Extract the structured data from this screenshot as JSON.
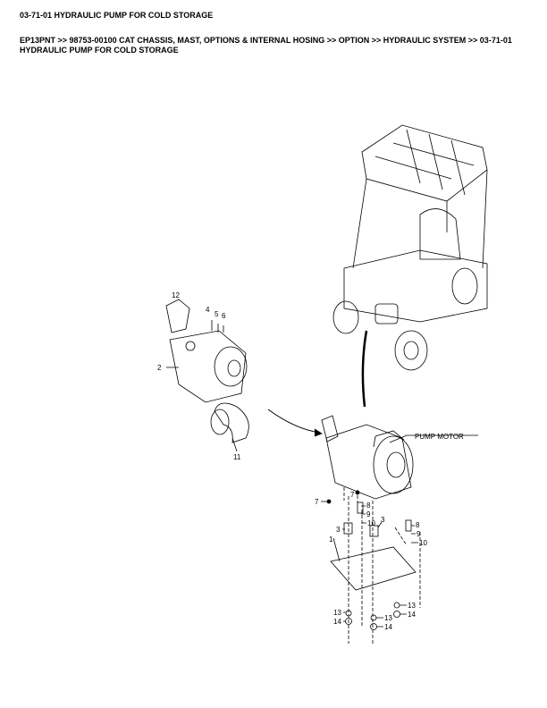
{
  "page": {
    "title": "03-71-01 HYDRAULIC PUMP FOR COLD STORAGE",
    "breadcrumb": "EP13PNT >> 98753-00100 CAT CHASSIS, MAST, OPTIONS & INTERNAL HOSING >> OPTION >> HYDRAULIC SYSTEM >> 03-71-01 HYDRAULIC PUMP FOR COLD STORAGE"
  },
  "diagram": {
    "pump_motor_label": "PUMP MOTOR",
    "callouts": {
      "c12": "12",
      "c4": "4",
      "c5": "5",
      "c6": "6",
      "c2": "2",
      "c11": "11",
      "c7a": "7",
      "c7b": "7",
      "c8a": "8",
      "c9a": "9",
      "c10a": "10",
      "c3a": "3",
      "c3b": "3",
      "c1": "1",
      "c8b": "8",
      "c9b": "9",
      "c10b": "10",
      "c13a": "13",
      "c14a": "14",
      "c13b": "13",
      "c14b": "14",
      "c13c": "13",
      "c14c": "14"
    }
  }
}
